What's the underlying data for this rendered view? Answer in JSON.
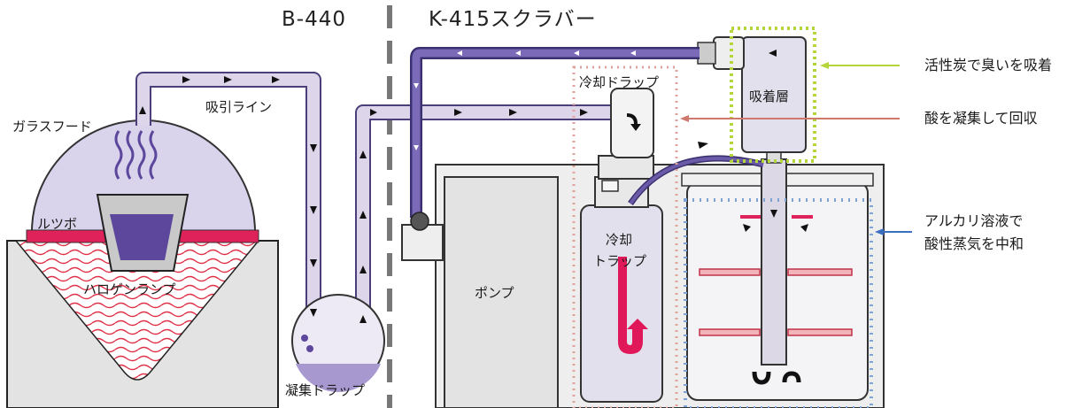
{
  "header": {
    "left_title": "B-440",
    "right_title": "K-415スクラバー"
  },
  "labels": {
    "glass_hood": "ガラスフード",
    "suction_line": "吸引ライン",
    "crucible": "ルツボ",
    "halogen_lamp": "ハロゲンランプ",
    "condensation_trap": "凝集ドラップ",
    "pump": "ポンプ",
    "cooling_trap_top": "冷却ドラップ",
    "cooling_trap_bottle_line1": "冷却",
    "cooling_trap_bottle_line2": "トラップ",
    "adsorption_layer": "吸着層"
  },
  "annotations": {
    "activated_carbon": "活性炭で臭いを吸着",
    "acid_recovery": "酸を凝集して回収",
    "alkali_line1": "アルカリ溶液で",
    "alkali_line2": "酸性蒸気を中和"
  },
  "colors": {
    "tube_fill": "#ddd6ea",
    "tube_outline": "#4a3f7a",
    "dark_tube": "#6b5aa8",
    "liquid": "#5c479c",
    "crucible_rim": "#e0225a",
    "heat_wave": "#e03048",
    "green_frame": "#b4d63a",
    "pink_frame": "#e2a29c",
    "blue_frame": "#7ea2d4",
    "up_arrow": "#e0185a"
  },
  "icons": {
    "flow_arrow": "small-black-arrow-icon",
    "return_arrow": "u-turn-arrow-icon"
  }
}
